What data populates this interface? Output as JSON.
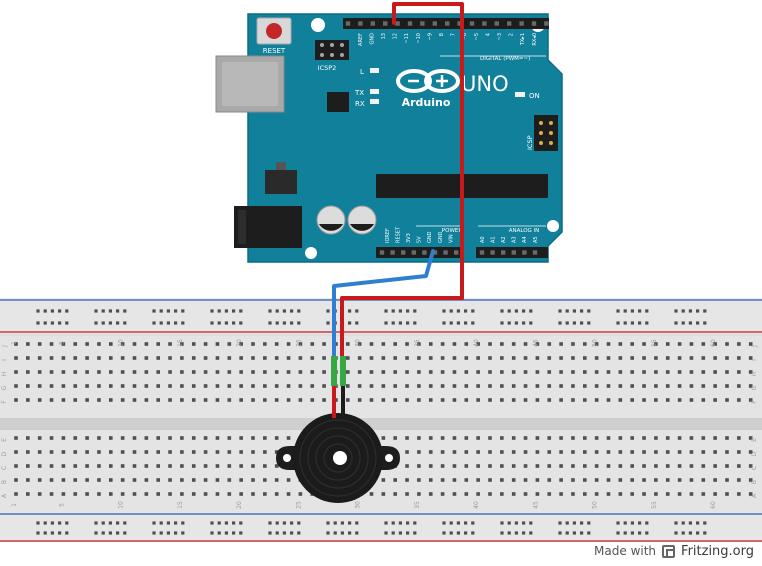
{
  "arduino": {
    "model": "UNO",
    "brand": "Arduino",
    "reset_label": "RESET",
    "icsp2_label": "ICSP2",
    "icsp_label": "ICSP",
    "led_l": "L",
    "led_tx": "TX",
    "led_rx": "RX",
    "on_label": "ON",
    "digital_label": "DIGITAL (PWM=~)",
    "power_label": "POWER",
    "analog_label": "ANALOG IN",
    "digital_pins": [
      "AREF",
      "GND",
      "13",
      "12",
      "~11",
      "~10",
      "~9",
      "8",
      "7",
      "~6",
      "~5",
      "4",
      "~3",
      "2",
      "TX▸1",
      "RX◂0"
    ],
    "power_pins": [
      "IOREF",
      "RESET",
      "3V3",
      "5V",
      "GND",
      "GND",
      "VIN"
    ],
    "analog_pins": [
      "A0",
      "A1",
      "A2",
      "A3",
      "A4",
      "A5"
    ]
  },
  "breadboard": {
    "column_numbers": [
      "1",
      "5",
      "10",
      "15",
      "20",
      "25",
      "30",
      "35",
      "40",
      "45",
      "50",
      "55",
      "60"
    ],
    "row_letters_top": [
      "J",
      "I",
      "H",
      "G",
      "F"
    ],
    "row_letters_bottom": [
      "E",
      "D",
      "C",
      "B",
      "A"
    ]
  },
  "wires": {
    "signal_color": "#c8191b",
    "ground_color": "#2f7fd0"
  },
  "credit": {
    "made_with": "Made with",
    "brand": "Fritzing.org"
  }
}
